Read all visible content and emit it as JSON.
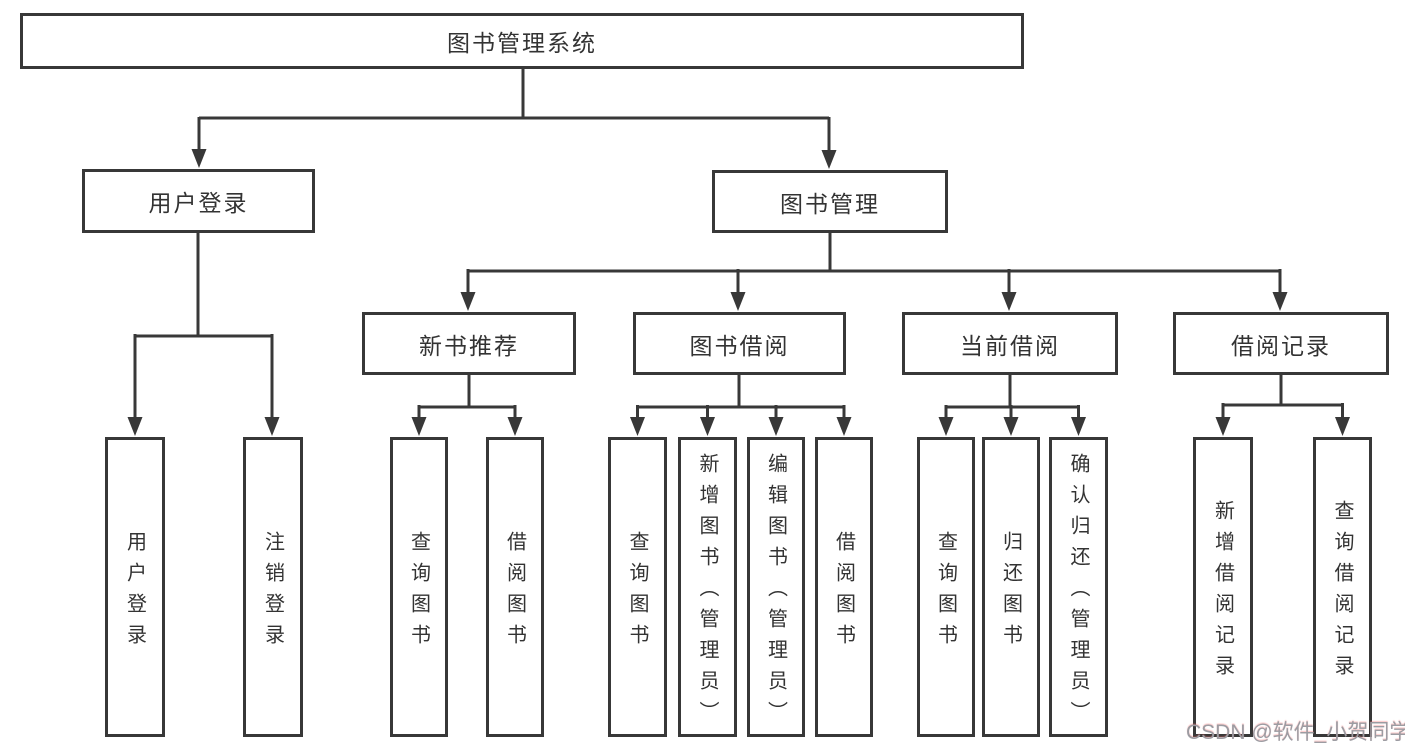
{
  "tree": {
    "root": "图书管理系统",
    "branches": [
      {
        "label": "用户登录",
        "leaves": [
          "用户登录",
          "注销登录"
        ]
      },
      {
        "label": "图书管理",
        "groups": [
          {
            "label": "新书推荐",
            "leaves": [
              "查询图书",
              "借阅图书"
            ]
          },
          {
            "label": "图书借阅",
            "leaves": [
              "查询图书",
              "新增图书（管理员）",
              "编辑图书（管理员）",
              "借阅图书"
            ]
          },
          {
            "label": "当前借阅",
            "leaves": [
              "查询图书",
              "归还图书",
              "确认归还（管理员）"
            ]
          },
          {
            "label": "借阅记录",
            "leaves": [
              "新增借阅记录",
              "查询借阅记录"
            ]
          }
        ]
      }
    ]
  },
  "watermark": "CSDN @软件_小贺同学",
  "colors": {
    "line": "#383838",
    "box_border": "#383838",
    "box_fill": "#ffffff",
    "text": "#333333",
    "watermark": "#9c9ca2",
    "background": "#ffffff"
  }
}
